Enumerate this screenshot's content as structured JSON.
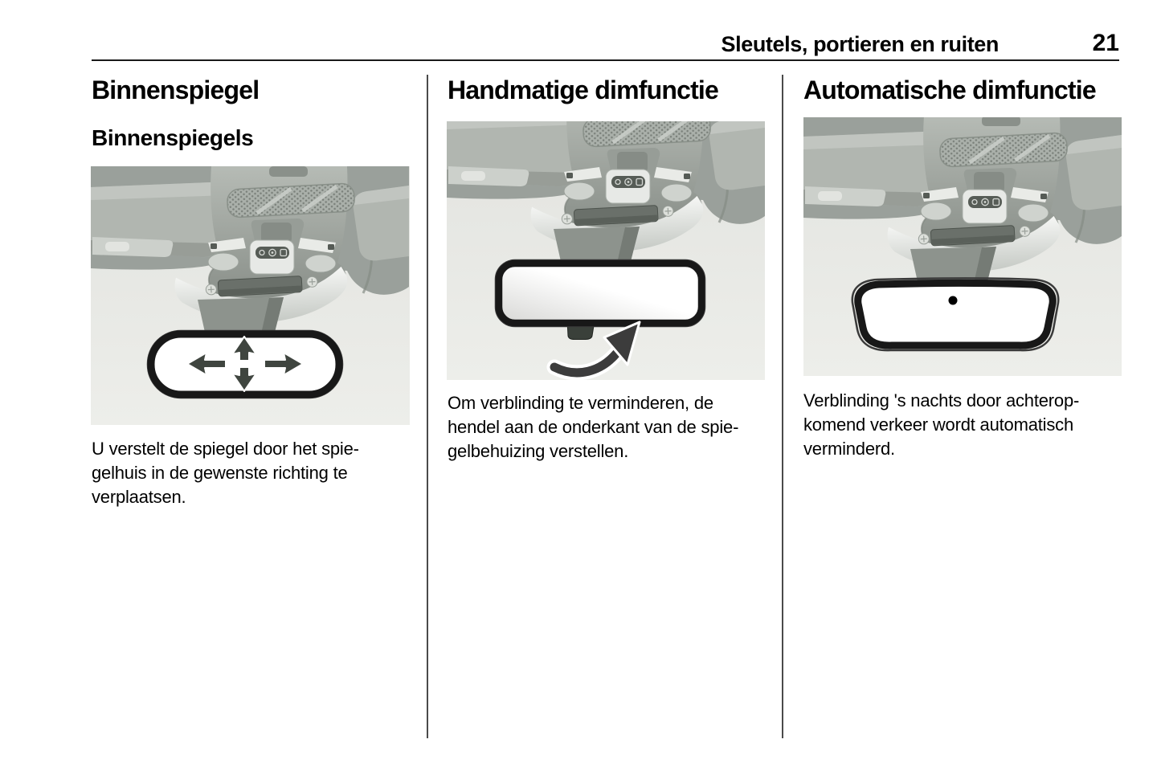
{
  "page": {
    "header": {
      "title": "Sleutels, portieren en ruiten",
      "page_number": "21"
    },
    "columns": [
      {
        "heading": "Binnenspiegel",
        "subheading": "Binnenspiegels",
        "figure": "overhead-console-mirror-with-four-adjustment-arrows",
        "body": "U verstelt de spiegel door het spie-\ngelhuis in de gewenste richting te\nverplaatsen."
      },
      {
        "heading": "Handmatige dimfunctie",
        "figure": "mirror-with-dimming-lever-and-curved-arrow",
        "body": "Om verblinding te verminderen, de\nhendel aan de onderkant van de spie-\ngelbehuizing verstellen."
      },
      {
        "heading": "Automatische dimfunctie",
        "figure": "auto-dimming-mirror-with-sensor-dot",
        "body": "Verblinding 's nachts door achterop-\nkomend verkeer wordt automatisch\nverminderd."
      }
    ],
    "colors": {
      "text": "#000000",
      "header_rule": "#1a1a1a",
      "column_divider": "#4a4a4a",
      "illustration_background": "#e8e9e5",
      "headliner_gray": "#9aa09b",
      "mirror_rim": "#181818"
    }
  }
}
